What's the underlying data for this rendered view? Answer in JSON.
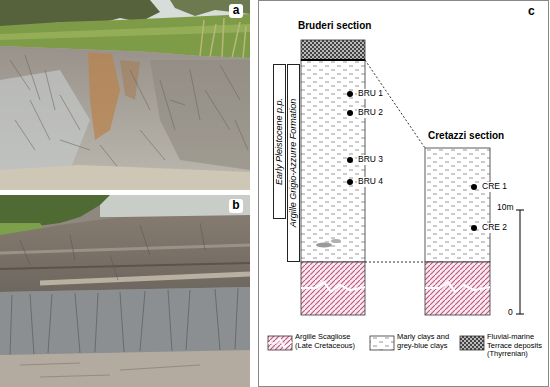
{
  "diagram": {
    "nodes": [
      {
        "text": [
          "Early Pleistocene p.p."
        ]
      },
      {
        "text": [
          "Argille Grigio-Azzurre Formation"
        ]
      }
    ],
    "labels": [
      "a",
      "b",
      "c",
      "Bruderi section",
      "Cretazzi section",
      "BRU 1",
      "BRU 2",
      "BRU 3",
      "BRU 4",
      "CRE 1",
      "CRE 2",
      "10m",
      "0"
    ],
    "legend": [
      {
        "text": "Argille Scagliose (Late Cretaceous)"
      },
      {
        "text": "Marly clays and grey-blue clays"
      },
      {
        "text": "Fluvial-marine Terrace deposits (Thyrrenian)"
      }
    ]
  }
}
